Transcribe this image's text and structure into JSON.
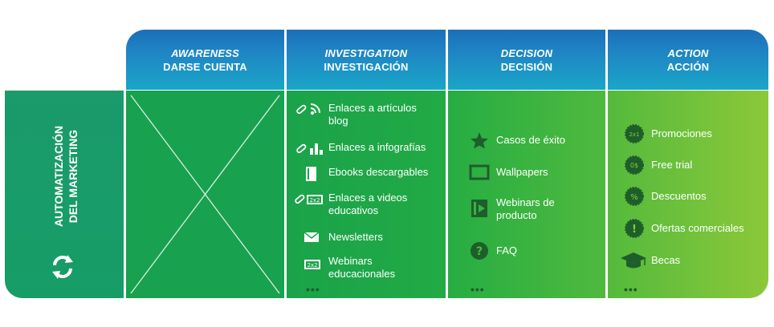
{
  "stages": [
    {
      "en": "AWARENESS",
      "es": "DARSE CUENTA"
    },
    {
      "en": "INVESTIGATION",
      "es": "INVESTIGACIÓN"
    },
    {
      "en": "DECISION",
      "es": "DECISIÓN"
    },
    {
      "en": "ACTION",
      "es": "ACCIÓN"
    }
  ],
  "row_label": {
    "line1": "AUTOMATIZACIÓN",
    "line2": "DEL MARKETING",
    "icon": "refresh-cycle-icon"
  },
  "investigation": {
    "items": [
      {
        "line1": "Enlaces a artículos",
        "line2": "blog",
        "icon": "link-rss-icon"
      },
      {
        "line1": "Enlaces a infografías",
        "line2": "",
        "icon": "link-barchart-icon"
      },
      {
        "line1": "Ebooks descargables",
        "line2": "",
        "icon": "book-icon"
      },
      {
        "line1": "Enlaces a videos",
        "line2": "educativos",
        "icon": "link-video-icon"
      },
      {
        "line1": "Newsletters",
        "line2": "",
        "icon": "envelope-icon"
      },
      {
        "line1": "Webinars",
        "line2": "educacionales",
        "icon": "webinar-icon"
      }
    ],
    "more": "•••"
  },
  "decision": {
    "items": [
      {
        "line1": "Casos de éxito",
        "line2": "",
        "icon": "star-icon"
      },
      {
        "line1": "Wallpapers",
        "line2": "",
        "icon": "frame-icon"
      },
      {
        "line1": "Webinars de",
        "line2": "producto",
        "icon": "play-book-icon"
      },
      {
        "line1": "FAQ",
        "line2": "",
        "icon": "question-icon"
      }
    ],
    "more": "•••"
  },
  "action": {
    "items": [
      {
        "line1": "Promociones",
        "line2": "",
        "icon": "badge-2x1-icon",
        "badge": "2x1"
      },
      {
        "line1": "Free trial",
        "line2": "",
        "icon": "badge-free-icon",
        "badge": "0$"
      },
      {
        "line1": "Descuentos",
        "line2": "",
        "icon": "badge-percent-icon",
        "badge": "%"
      },
      {
        "line1": "Ofertas comerciales",
        "line2": "",
        "icon": "badge-exclaim-icon",
        "badge": "!"
      },
      {
        "line1": "Becas",
        "line2": "",
        "icon": "graduation-cap-icon"
      }
    ],
    "more": "•••"
  },
  "colors": {
    "header": "#1f86c4",
    "awareness": "#18a14f",
    "action_end": "#8cc83a",
    "dots": "#1e5e2b"
  }
}
